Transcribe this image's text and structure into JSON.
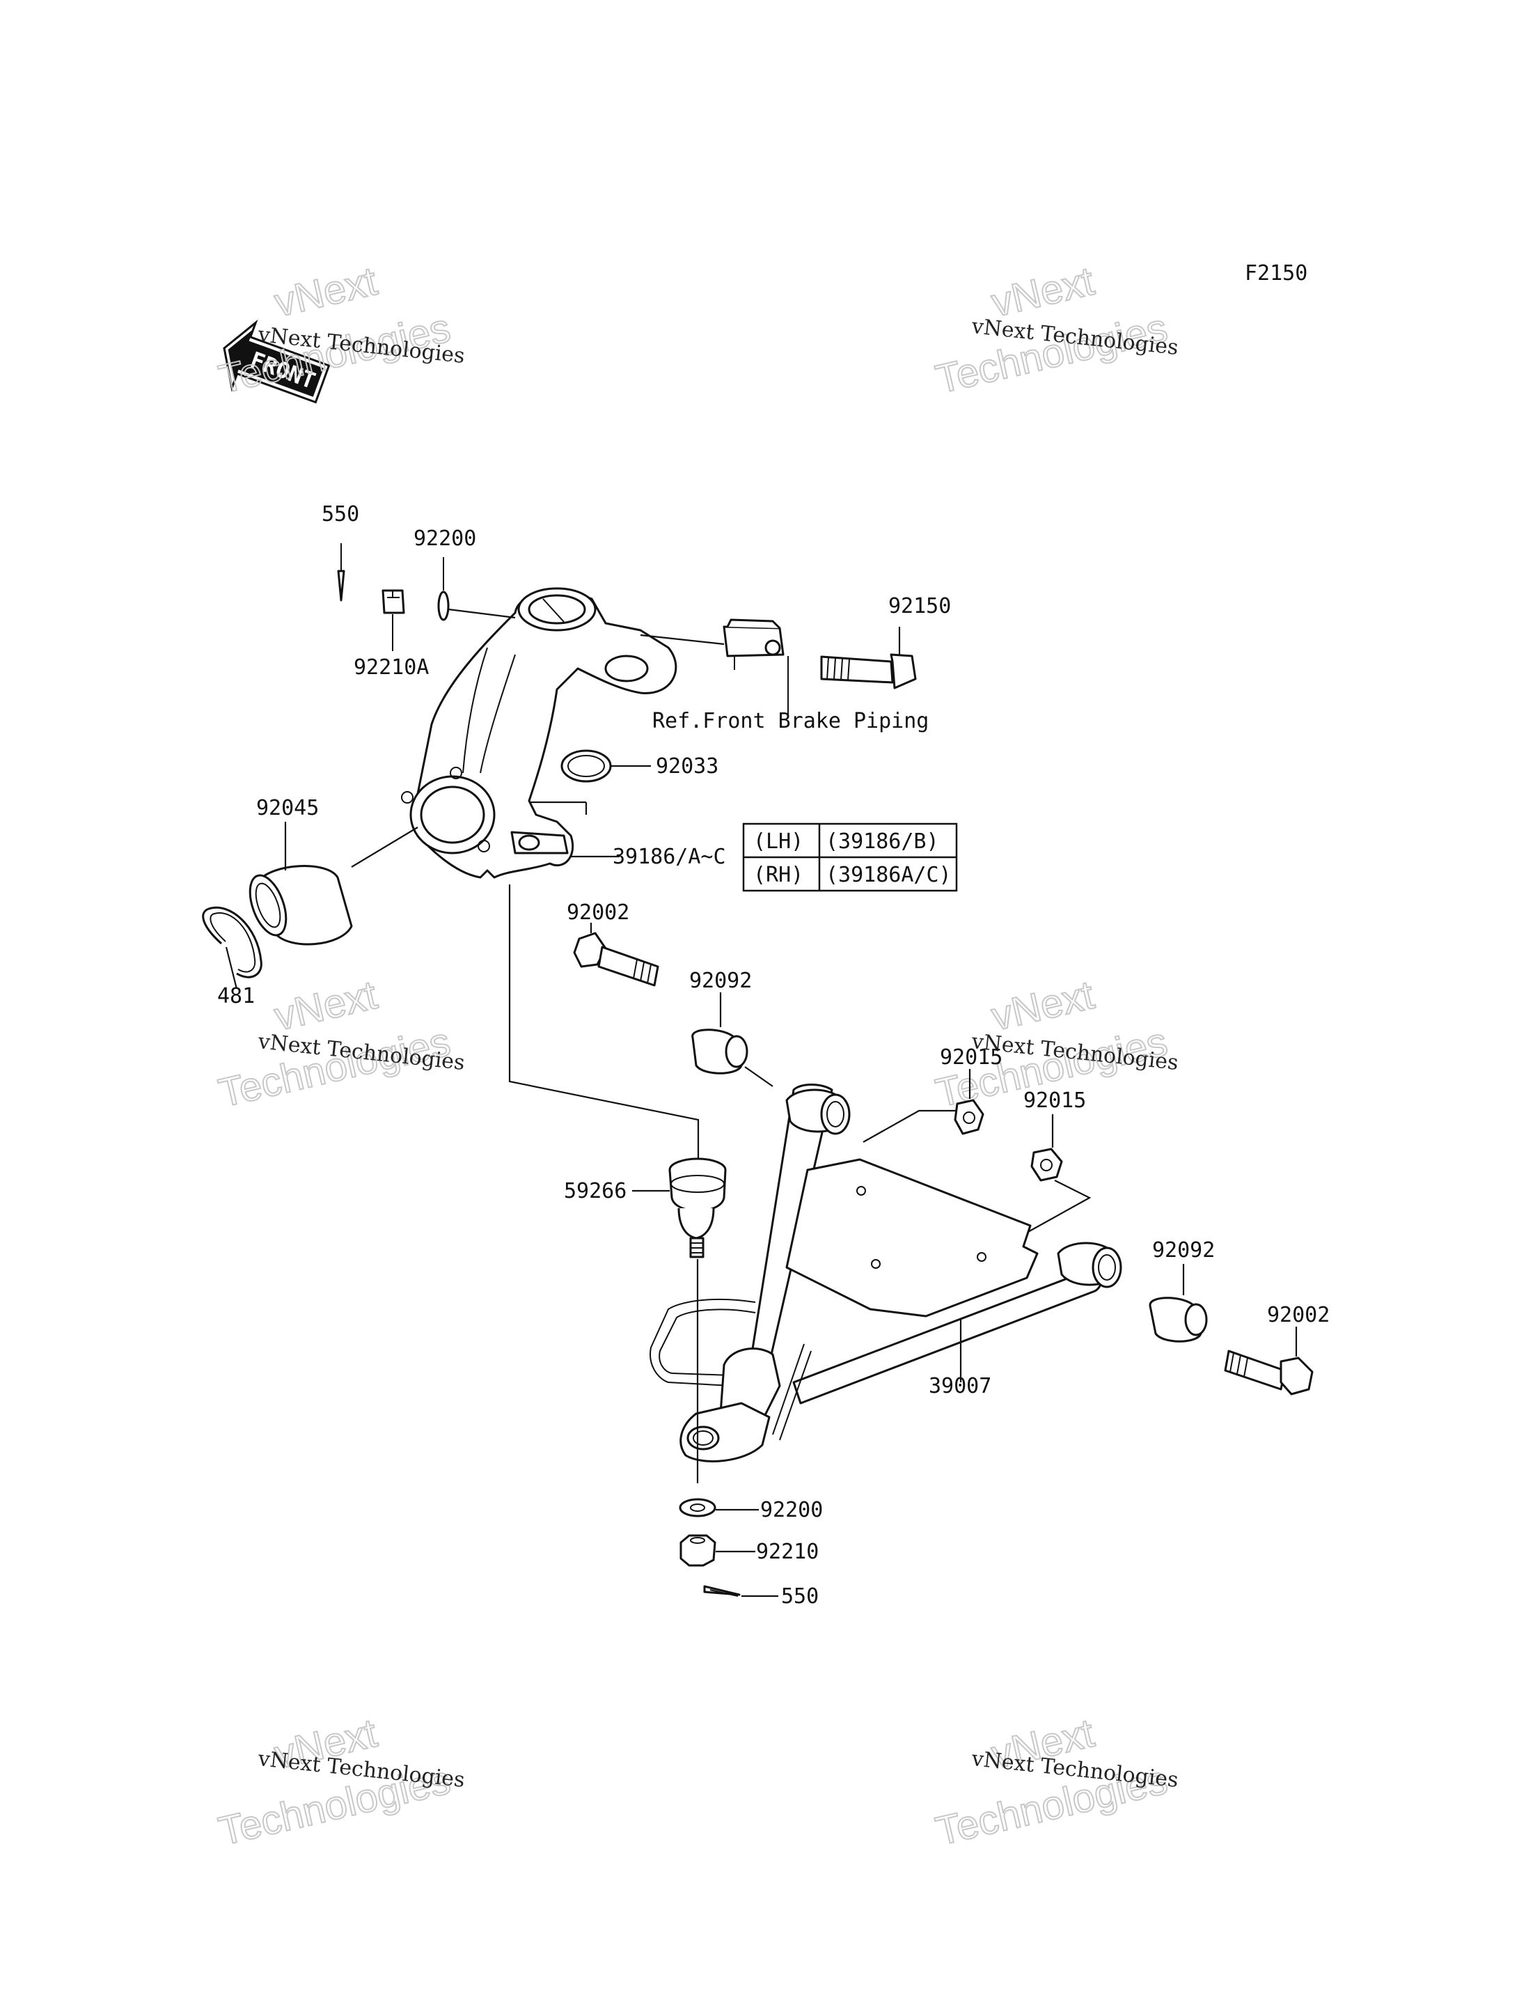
{
  "diagram": {
    "code": "F2150",
    "front_badge": "FRONT",
    "reference_note": "Ref.Front Brake Piping"
  },
  "watermark": {
    "line1": "vNext",
    "line2": "Technologies",
    "full": "vNext Technologies"
  },
  "labels": {
    "cotter_pin_top": "550",
    "washer_top": "92200",
    "nut_top": "92210A",
    "bolt_knuckle": "92150",
    "circlip_small": "92033",
    "bearing": "92045",
    "knuckle": "39186/A~C",
    "circlip_large": "481",
    "bolt_arm_left": "92002",
    "bushing_left": "92092",
    "nut_left": "92015",
    "nut_right": "92015",
    "ball_joint": "59266",
    "bushing_right": "92092",
    "bolt_arm_right": "92002",
    "lower_arm": "39007",
    "washer_bottom": "92200",
    "nut_bottom": "92210",
    "cotter_pin_bottom": "550"
  },
  "variant_table": {
    "rows": [
      {
        "side": "(LH)",
        "part": "(39186/B)"
      },
      {
        "side": "(RH)",
        "part": "(39186A/C)"
      }
    ]
  }
}
